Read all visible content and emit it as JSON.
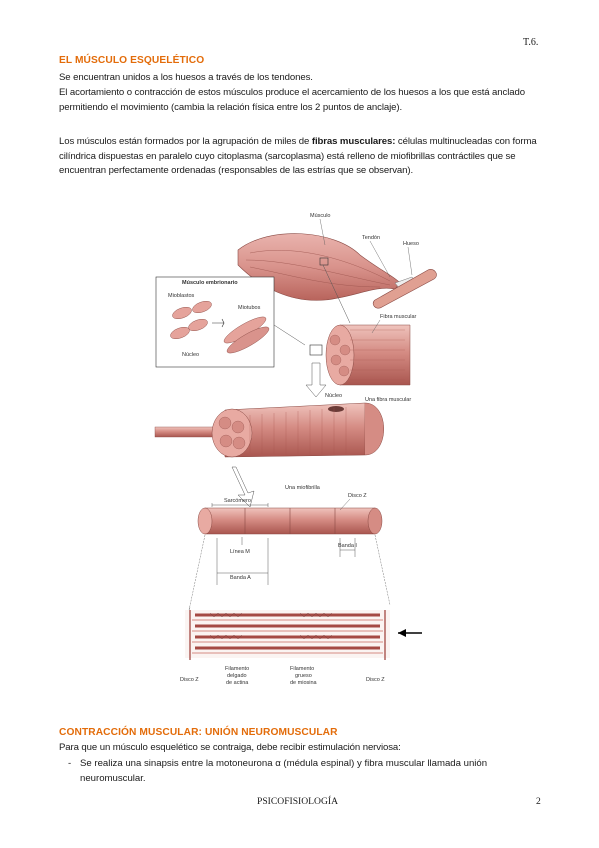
{
  "header": {
    "topic": "T.6."
  },
  "section1": {
    "title": "EL MÚSCULO ESQUELÉTICO",
    "p1": "Se encuentran unidos a los huesos a través de los tendones.",
    "p2": "El acortamiento o contracción de estos músculos produce el acercamiento de los huesos a los que está anclado permitiendo el movimiento (cambia la relación física entre los 2 puntos de anclaje).",
    "p3_pre": "Los músculos están formados por la agrupación de miles de ",
    "p3_bold": "fibras musculares:",
    "p3_post": " células multinucleadas con forma cilíndrica dispuestas en paralelo cuyo citoplasma (sarcoplasma) está relleno de miofibrillas contráctiles que se encuentran perfectamente ordenadas (responsables de las estrías que se observan)."
  },
  "figure": {
    "labels": {
      "musculo": "Músculo",
      "tendon": "Tendón",
      "hueso": "Hueso",
      "musculo_embrionario": "Músculo embrionario",
      "mioblastos": "Mioblastos",
      "miotubos": "Miotubos",
      "nucleo_emb": "Núcleo",
      "fibra_muscular": "Fibra muscular",
      "nucleo": "Núcleo",
      "una_fibra": "Una fibra muscular",
      "una_miofibrilla": "Una miofibrilla",
      "disco_z_top": "Disco Z",
      "sarcomero": "Sarcómero",
      "linea_m": "Línea M",
      "banda_a": "Banda A",
      "banda_i": "Banda I",
      "disco_z_left": "Disco Z",
      "filamento_actina_1": "Filamento",
      "filamento_actina_2": "delgado",
      "filamento_actina_3": "de actina",
      "filamento_miosina_1": "Filamento",
      "filamento_miosina_2": "grueso",
      "filamento_miosina_3": "de miosina",
      "disco_z_right": "Disco Z"
    },
    "colors": {
      "muscle": "#d9938c",
      "muscle_dark": "#b8645c",
      "bone": "#d98a7c",
      "line": "#555555"
    }
  },
  "section2": {
    "title": "CONTRACCIÓN MUSCULAR: UNIÓN NEUROMUSCULAR",
    "p1": "Para que un músculo esquelético se contraiga, debe recibir estimulación nerviosa:",
    "bullet_dash": "-",
    "bullet1": "Se realiza una sinapsis entre la motoneurona α (médula espinal) y fibra muscular llamada unión neuromuscular."
  },
  "footer": {
    "subject": "PSICOFISIOLOGÍA",
    "page": "2"
  }
}
